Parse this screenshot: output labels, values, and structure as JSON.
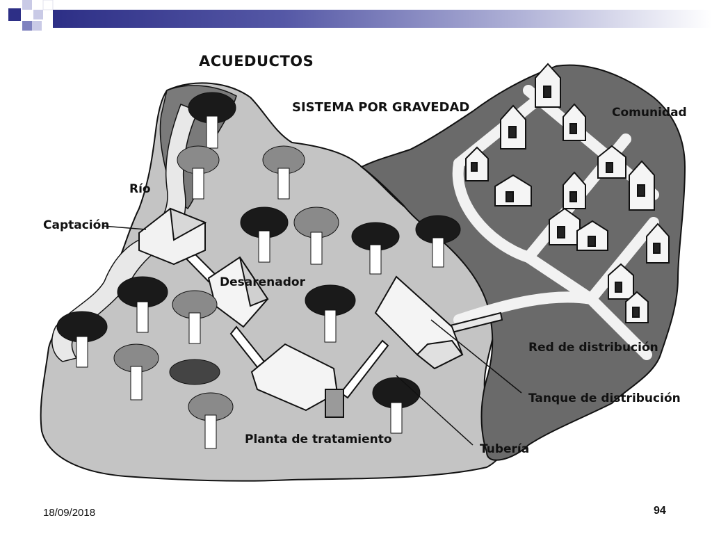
{
  "slide": {
    "title": "ACUEDUCTOS",
    "subtitle": "SISTEMA POR GRAVEDAD",
    "labels": {
      "comunidad": "Comunidad",
      "rio": "Río",
      "captacion": "Captación",
      "desarenador": "Desarenador",
      "red": "Red de distribución",
      "tanque": "Tanque de distribución",
      "planta": "Planta de tratamiento",
      "tuberia": "Tubería"
    }
  },
  "footer": {
    "date": "18/09/2018",
    "page": "94"
  },
  "colors": {
    "header_dark": "#2d2f86",
    "header_mid": "#7f82bf",
    "land_light": "#c4c4c4",
    "land_dark": "#6a6a6a",
    "tree_dark": "#1a1a1a",
    "tree_mid": "#8a8a8a"
  }
}
